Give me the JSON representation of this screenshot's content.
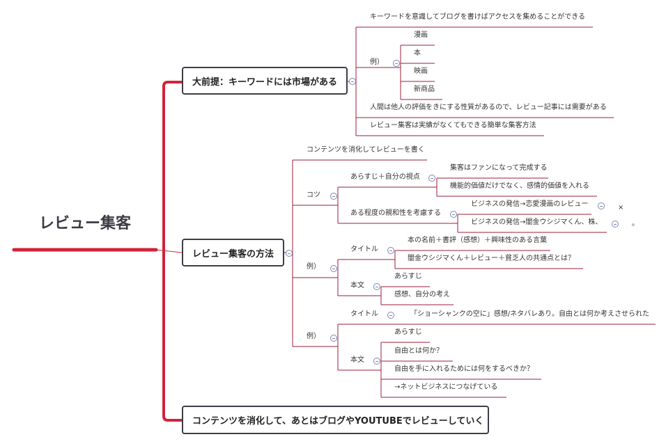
{
  "mindmap": {
    "root": "レビュー集客",
    "branch1": {
      "title": "大前提：キーワードには市場がある",
      "keyword_note": "キーワードを意識してブログを書けばアクセスを集めることができる",
      "example_label": "例）",
      "examples": [
        "漫画",
        "本",
        "映画",
        "新商品"
      ],
      "human_note": "人間は他人の評価をきにする性質があるので、レビュー記事には需要がある",
      "easy_note": "レビュー集客は実績がなくてもできる簡単な集客方法"
    },
    "branch2": {
      "title": "レビュー集客の方法",
      "consume_note": "コンテンツを消化してレビューを書く",
      "tips": {
        "label": "コツ",
        "synopsis": {
          "label": "あらすじ＋自分の視点",
          "items": [
            "集客はファンになって完成する",
            "機能的価値だけでなく、感情的価値を入れる"
          ]
        },
        "affinity": {
          "label": "ある程度の親和性を考慮する",
          "items": [
            "ビジネスの発信→恋愛漫画のレビュー",
            "ビジネスの発信→闇金ウシジマくん、株、"
          ],
          "mark_x": "×",
          "mark_o": "。"
        }
      },
      "example1": {
        "label": "例）",
        "title_label": "タイトル",
        "title_items": [
          "本の名前＋書評（感想）＋興味性のある言葉",
          "闇金ウシジマくん＋レビュー＋貧乏人の共通点とは？"
        ],
        "body_label": "本文",
        "body_items": [
          "あらすじ",
          "感想、自分の考え"
        ]
      },
      "example2": {
        "label": "例）",
        "title_label": "タイトル",
        "title_text": "「ショーシャンクの空に」感想/ネタバレあり。自由とは何か考えさせられた",
        "body_label": "本文",
        "body_items": [
          "あらすじ",
          "自由とは何か？",
          "自由を手に入れるためには何をするべきか？",
          "→ネットビジネスにつなげている"
        ]
      }
    },
    "branch3": {
      "title": "コンテンツを消化して、あとはブログやYOUTUBEでレビューしていく"
    }
  }
}
